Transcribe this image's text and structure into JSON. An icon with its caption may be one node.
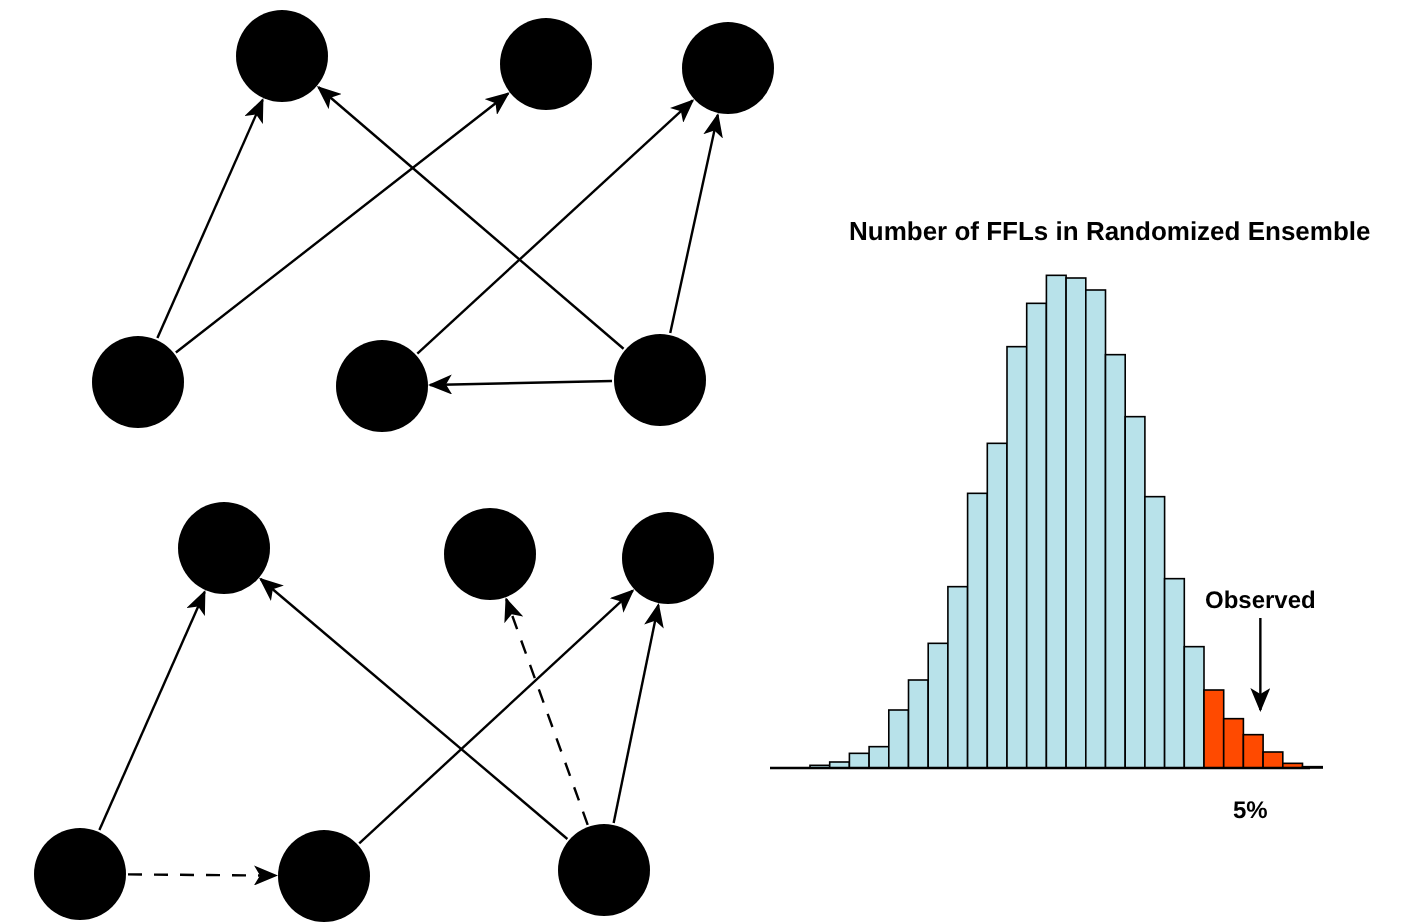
{
  "diagram": {
    "nodes": [
      {
        "text": [],
        "shape": "circle"
      },
      {
        "text": [],
        "shape": "circle"
      },
      {
        "text": [],
        "shape": "circle"
      },
      {
        "text": [],
        "shape": "circle"
      },
      {
        "text": [],
        "shape": "circle"
      },
      {
        "text": [],
        "shape": "circle"
      },
      {
        "text": [],
        "shape": "circle"
      },
      {
        "text": [],
        "shape": "circle"
      },
      {
        "text": [],
        "shape": "circle"
      },
      {
        "text": [],
        "shape": "circle"
      },
      {
        "text": [],
        "shape": "circle"
      },
      {
        "text": [],
        "shape": "circle"
      },
      {
        "text": [
          "Observed"
        ]
      }
    ],
    "edges": [
      {
        "from": 3,
        "to": 0,
        "arrow": "to"
      },
      {
        "from": 3,
        "to": 1,
        "arrow": "to"
      },
      {
        "from": 4,
        "to": 2,
        "arrow": "to"
      },
      {
        "from": 5,
        "to": 0,
        "arrow": "to"
      },
      {
        "from": 5,
        "to": 2,
        "arrow": "to"
      },
      {
        "from": 5,
        "to": 4,
        "arrow": "to"
      },
      {
        "from": 9,
        "to": 6,
        "arrow": "to"
      },
      {
        "from": 9,
        "to": 10,
        "arrow": "to",
        "style": "dashed"
      },
      {
        "from": 10,
        "to": 8,
        "arrow": "to"
      },
      {
        "from": 11,
        "to": 6,
        "arrow": "to"
      },
      {
        "from": 11,
        "to": 7,
        "arrow": "to",
        "style": "dashed"
      },
      {
        "from": 11,
        "to": 8,
        "arrow": "to"
      },
      {
        "from": 12,
        "to": null,
        "arrow": "to"
      }
    ],
    "labels": [
      "Number of FFLs in Randomized Ensemble",
      "5%"
    ]
  }
}
